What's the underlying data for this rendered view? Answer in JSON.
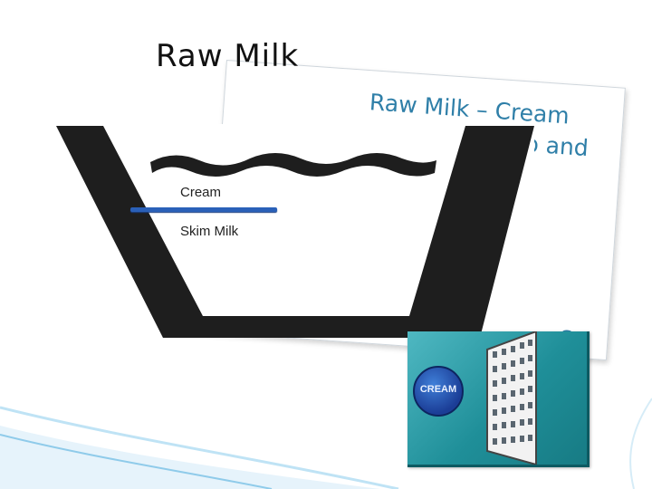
{
  "slide": {
    "title": "Raw Milk"
  },
  "note": {
    "text": "Raw Milk – Cream rises to the top and",
    "tail": "s"
  },
  "diagram": {
    "labels": {
      "cream": "Cream",
      "skim": "Skim Milk"
    }
  },
  "clipart": {
    "bottle_label": "CREAM"
  },
  "colors": {
    "note_text": "#2f7fa8",
    "bowl": "#1e1e1e",
    "separator": "#2a60b8",
    "tile": "#1f8f99"
  }
}
